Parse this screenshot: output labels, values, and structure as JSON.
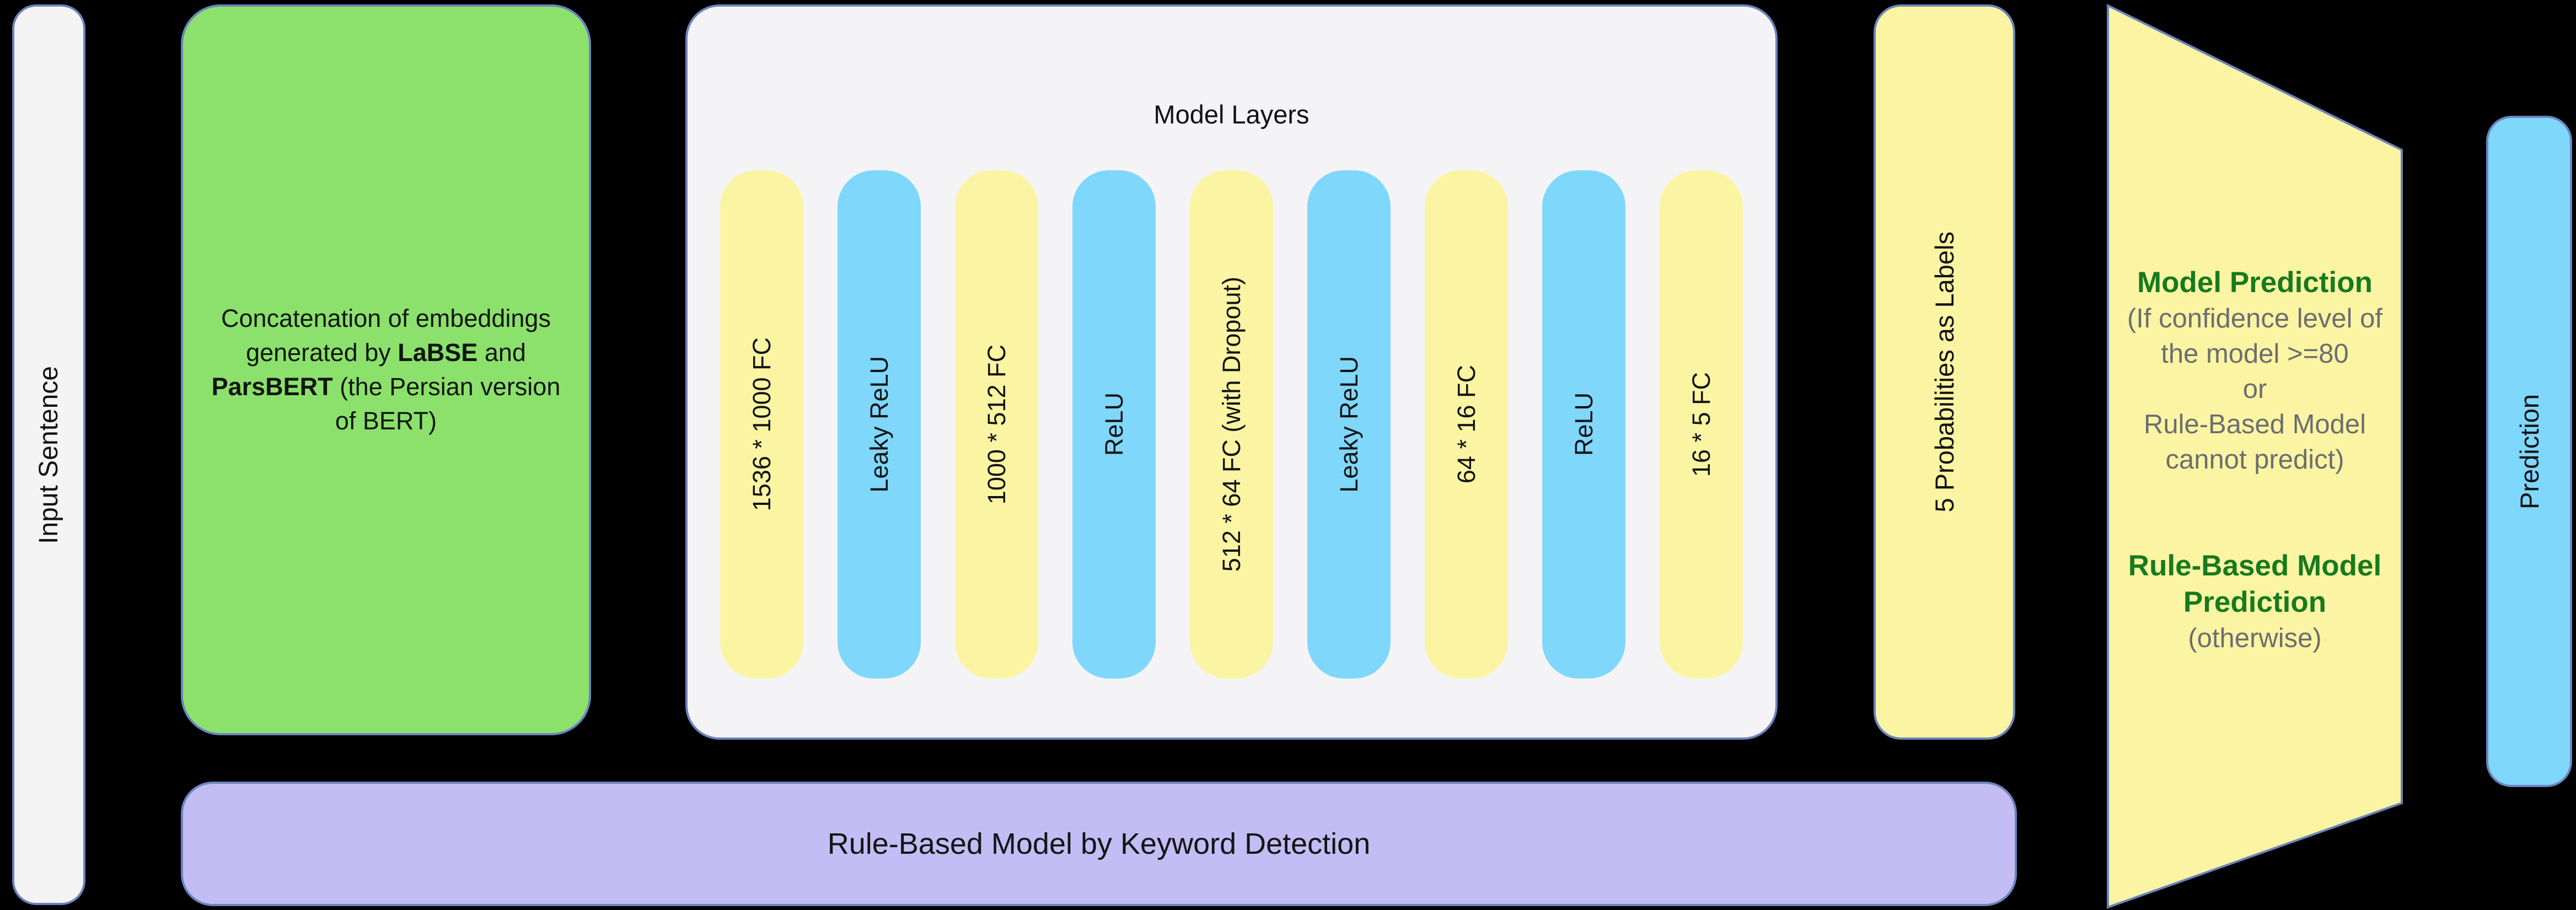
{
  "palette": {
    "background": "#000000",
    "border": "#6A84BD",
    "panel_fill": "#F4F4F6",
    "input_fill": "#F4F4F5",
    "green_fill": "#8CE16D",
    "yellow_fill": "#FBF5A3",
    "blue_fill": "#7FD7FC",
    "purple_fill": "#C4BCF5",
    "heading_green_text": "#177A1F",
    "note_gray_text": "#6D6D70"
  },
  "input_box": {
    "label": "Input Sentence"
  },
  "embedding_box": {
    "segments": [
      {
        "text": "Concatenation of embeddings generated by ",
        "bold": false
      },
      {
        "text": "LaBSE",
        "bold": true
      },
      {
        "text": " and ",
        "bold": false
      },
      {
        "text": "ParsBERT",
        "bold": true
      },
      {
        "text": " (the Persian version of BERT)",
        "bold": false
      }
    ]
  },
  "model_layers": {
    "title": "Model Layers",
    "layers": [
      {
        "label": "1536 * 1000 FC",
        "type": "fc"
      },
      {
        "label": "Leaky ReLU",
        "type": "act"
      },
      {
        "label": "1000 * 512 FC",
        "type": "fc"
      },
      {
        "label": "ReLU",
        "type": "act"
      },
      {
        "label": "512 * 64 FC (with Dropout)",
        "type": "fc"
      },
      {
        "label": "Leaky ReLU",
        "type": "act"
      },
      {
        "label": "64 * 16 FC",
        "type": "fc"
      },
      {
        "label": "ReLU",
        "type": "act"
      },
      {
        "label": "16 * 5 FC",
        "type": "fc"
      }
    ]
  },
  "probabilities_box": {
    "label": "5 Probabilities as Labels"
  },
  "decision_funnel": {
    "lines": [
      {
        "text": "Model Prediction",
        "style": "heading"
      },
      {
        "text": "(If confidence level of",
        "style": "note"
      },
      {
        "text": "the model >=80",
        "style": "note"
      },
      {
        "text": "or",
        "style": "note"
      },
      {
        "text": "Rule-Based Model",
        "style": "note"
      },
      {
        "text": "cannot predict)",
        "style": "note"
      },
      {
        "text": "",
        "style": "spacer"
      },
      {
        "text": "Rule-Based Model",
        "style": "heading"
      },
      {
        "text": "Prediction",
        "style": "heading"
      },
      {
        "text": "(otherwise)",
        "style": "note"
      }
    ]
  },
  "prediction_box": {
    "label": "Prediction"
  },
  "rule_based_bar": {
    "label": "Rule-Based Model by Keyword Detection"
  }
}
